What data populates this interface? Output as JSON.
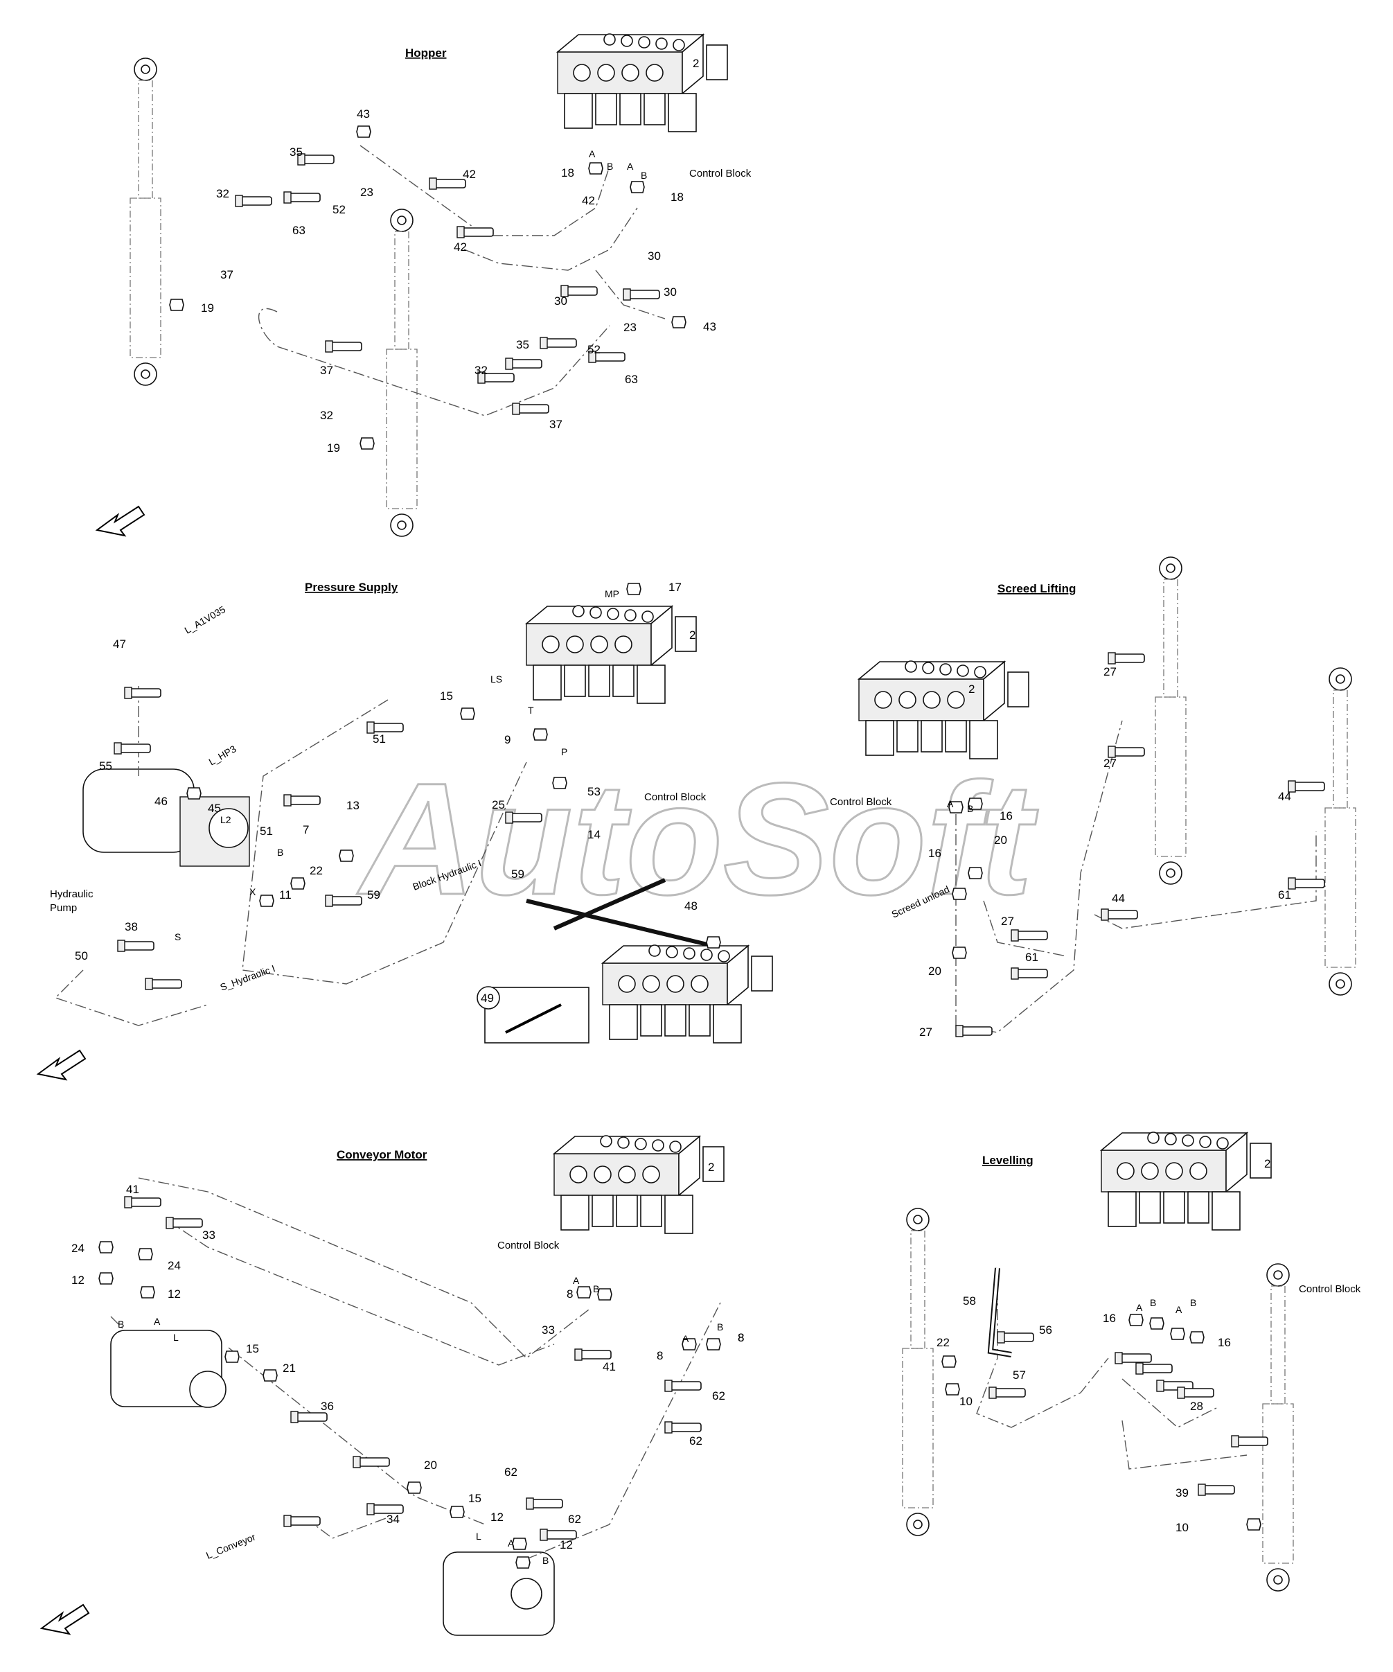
{
  "watermark": "AutoSoft",
  "sections": {
    "hopper": {
      "title": "Hopper",
      "valve_label": "Control Block",
      "parts": [
        "2",
        "43",
        "35",
        "42",
        "18",
        "18",
        "32",
        "23",
        "52",
        "42",
        "63",
        "42",
        "30",
        "37",
        "19",
        "30",
        "30",
        "23",
        "43",
        "35",
        "52",
        "37",
        "32",
        "63",
        "32",
        "37",
        "19"
      ],
      "ports": [
        "A",
        "B",
        "A",
        "B"
      ]
    },
    "pressure_supply": {
      "title": "Pressure Supply",
      "pump_label_line1": "Hydraulic",
      "pump_label_line2": "Pump",
      "valve_label": "Control Block",
      "parts": [
        "17",
        "2",
        "47",
        "15",
        "51",
        "9",
        "55",
        "46",
        "45",
        "25",
        "53",
        "13",
        "7",
        "51",
        "14",
        "22",
        "11",
        "59",
        "59",
        "38",
        "48",
        "50",
        "49"
      ],
      "ports": [
        "MP",
        "LS",
        "T",
        "P",
        "L2",
        "B",
        "X",
        "S"
      ],
      "line_labels": [
        "L_A1V035",
        "L_HP3",
        "S_Hydraulic I",
        "Block Hydraulic I"
      ]
    },
    "screed_lifting": {
      "title": "Screed Lifting",
      "valve_label": "Control Block",
      "parts": [
        "2",
        "27",
        "27",
        "16",
        "16",
        "20",
        "44",
        "27",
        "44",
        "61",
        "20",
        "61",
        "27"
      ],
      "ports": [
        "A",
        "B"
      ],
      "line_labels": [
        "Screed unload"
      ]
    },
    "conveyor_motor": {
      "title": "Conveyor Motor",
      "valve_label": "Control Block",
      "parts": [
        "2",
        "41",
        "33",
        "24",
        "24",
        "12",
        "12",
        "8",
        "8",
        "33",
        "15",
        "21",
        "8",
        "8",
        "41",
        "62",
        "36",
        "62",
        "20",
        "62",
        "15",
        "34",
        "12",
        "62",
        "12"
      ],
      "ports": [
        "A",
        "B",
        "A",
        "B",
        "B",
        "A",
        "L",
        "A",
        "B",
        "L"
      ],
      "line_labels": [
        "L_Conveyor"
      ]
    },
    "levelling": {
      "title": "Levelling",
      "valve_label": "Control Block",
      "parts": [
        "2",
        "58",
        "56",
        "22",
        "16",
        "16",
        "10",
        "57",
        "28",
        "39",
        "10"
      ],
      "ports": [
        "A",
        "B",
        "A",
        "B"
      ]
    }
  },
  "colors": {
    "line": "#000000",
    "hose": "#555555",
    "watermark": "#bbbbbb",
    "background": "#ffffff"
  },
  "icons": [
    "direction-arrow-icon"
  ]
}
